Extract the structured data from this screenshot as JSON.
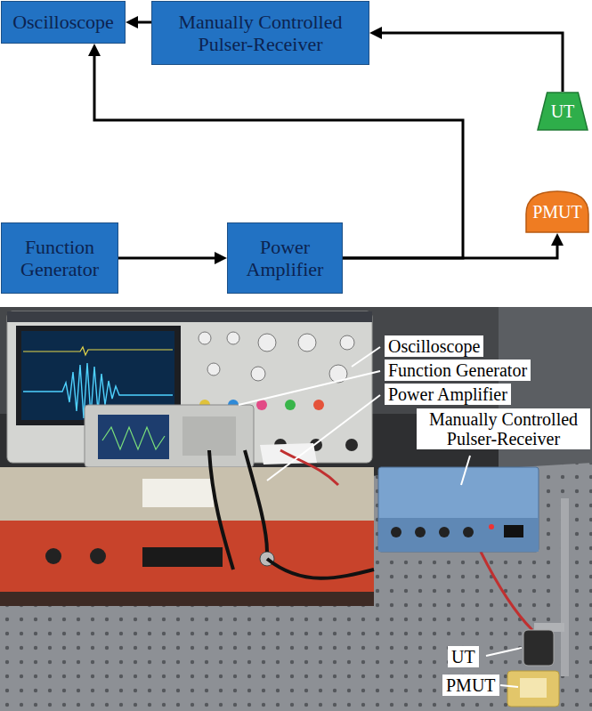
{
  "diagram": {
    "nodes": [
      {
        "text": [
          "Oscilloscope"
        ]
      },
      {
        "text": [
          "Manually Controlled Pulser-Receiver"
        ]
      },
      {
        "text": [
          "UT"
        ]
      },
      {
        "text": [
          "PMUT"
        ]
      },
      {
        "text": [
          "Function Generator"
        ]
      },
      {
        "text": [
          "Power Amplifier"
        ]
      }
    ],
    "edges": [
      {
        "from": 1,
        "to": 0,
        "arrow": "to"
      },
      {
        "from": 2,
        "to": 1,
        "arrow": "to"
      },
      {
        "from": 5,
        "to": 0,
        "arrow": "to"
      },
      {
        "from": 5,
        "to": 3,
        "arrow": "to"
      },
      {
        "from": 4,
        "to": 5,
        "arrow": "to"
      }
    ],
    "labels": [
      "Oscilloscope",
      "Function Generator",
      "Power Amplifier",
      "Manually Controlled Pulser-Receiver",
      "UT",
      "PMUT"
    ]
  }
}
